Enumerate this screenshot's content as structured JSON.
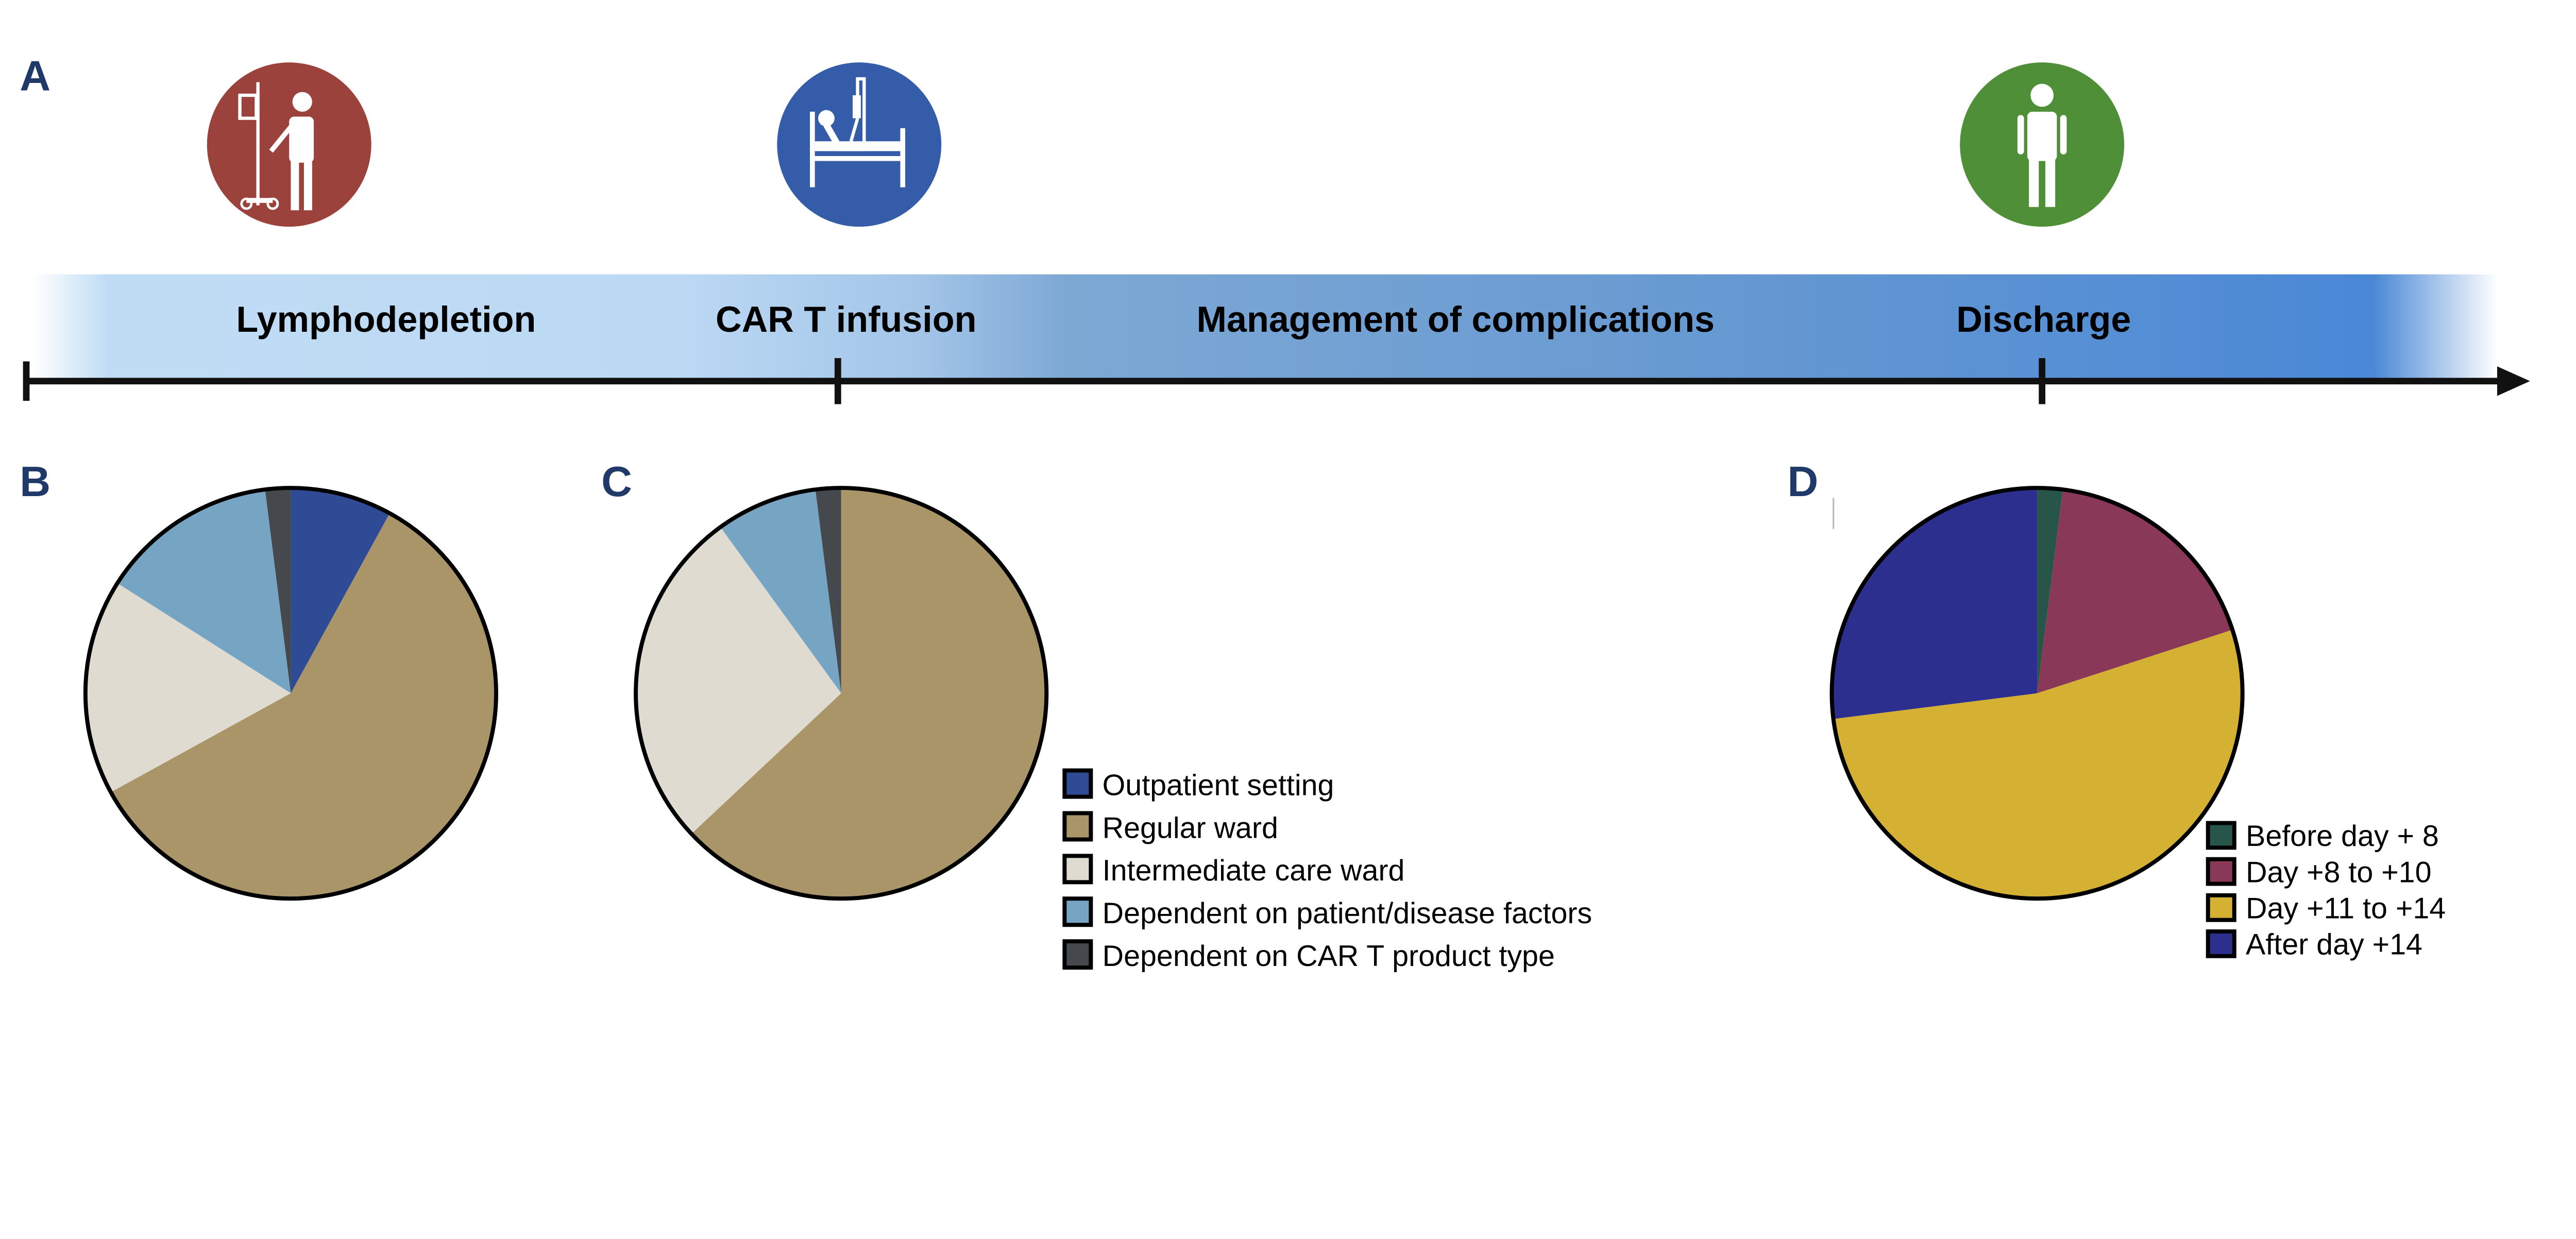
{
  "panels": {
    "a": "A",
    "b": "B",
    "c": "C",
    "d": "D"
  },
  "timeline": {
    "phases": [
      "Lymphodepletion",
      "CAR T infusion",
      "Management of complications",
      "Discharge"
    ],
    "icons": [
      {
        "name": "iv-drip-patient-icon",
        "color": "#9b423c"
      },
      {
        "name": "hospital-bed-icon",
        "color": "#345ca8"
      },
      {
        "name": "standing-person-icon",
        "color": "#4f8f37"
      }
    ]
  },
  "chart_data": [
    {
      "type": "pie",
      "panel": "B",
      "categories": [
        "Outpatient setting",
        "Regular ward",
        "Intermediate care ward",
        "Dependent on patient/disease factors",
        "Dependent on CAR T product type"
      ],
      "values": [
        8,
        59,
        17,
        14,
        2
      ],
      "colors": [
        "#2f4b96",
        "#aa9569",
        "#e0dbd0",
        "#76a5c4",
        "#45494e"
      ]
    },
    {
      "type": "pie",
      "panel": "C",
      "categories": [
        "Regular ward",
        "Intermediate care ward",
        "Dependent on patient/disease factors",
        "Dependent on CAR T product type"
      ],
      "values": [
        63,
        27,
        8,
        2
      ],
      "colors": [
        "#aa9569",
        "#e0dbd0",
        "#76a5c4",
        "#45494e"
      ]
    },
    {
      "type": "pie",
      "panel": "D",
      "categories": [
        "Before day + 8",
        "Day +8 to +10",
        "Day +11 to +14",
        "After day +14"
      ],
      "values": [
        2,
        18,
        53,
        27
      ],
      "colors": [
        "#27554a",
        "#8a3858",
        "#d4b033",
        "#2c2f8e"
      ]
    }
  ],
  "legend_bc": {
    "entries": [
      "Outpatient setting",
      "Regular ward",
      "Intermediate care ward",
      "Dependent on patient/disease factors",
      "Dependent on CAR T product type"
    ],
    "colors": [
      "#2f4b96",
      "#aa9569",
      "#e0dbd0",
      "#76a5c4",
      "#45494e"
    ]
  },
  "legend_d": {
    "entries": [
      "Before day + 8",
      "Day +8 to +10",
      "Day +11 to +14",
      "After day +14"
    ],
    "colors": [
      "#27554a",
      "#8a3858",
      "#d4b033",
      "#2c2f8e"
    ]
  }
}
